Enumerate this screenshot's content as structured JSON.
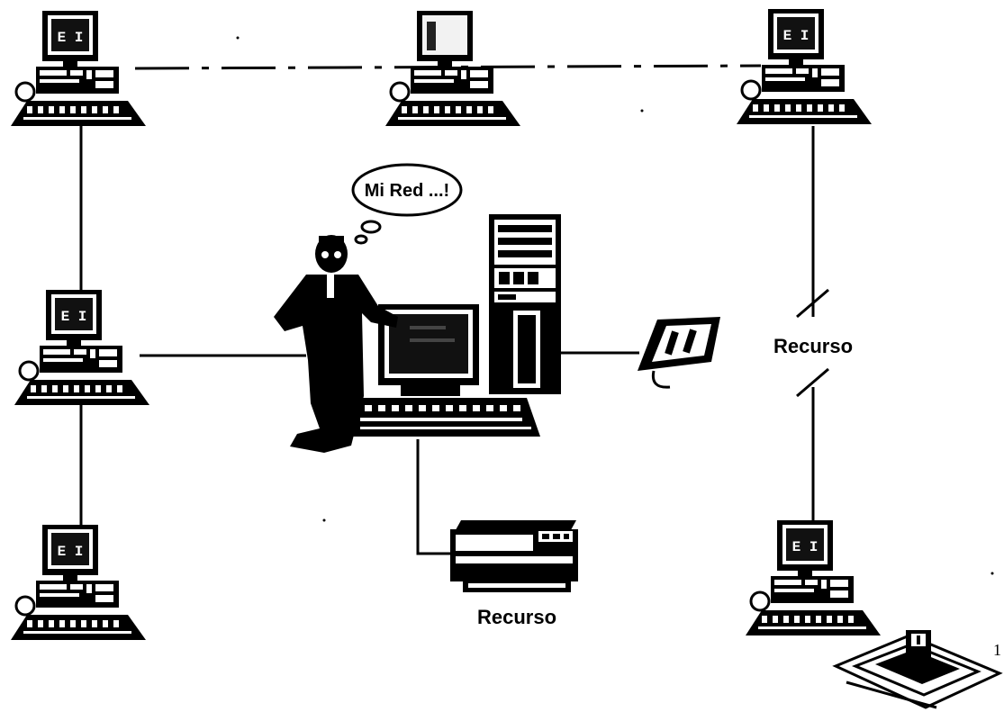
{
  "bubble_text": "Mi Red ...!",
  "resource_label_printer": "Recurso",
  "resource_label_link": "Recurso",
  "screen_label": "E I",
  "page_number": "1"
}
